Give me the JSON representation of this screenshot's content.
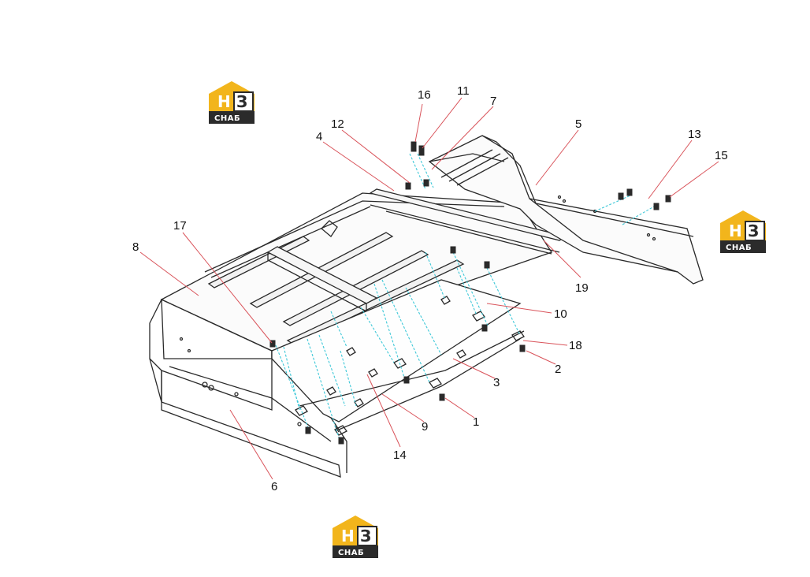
{
  "colors": {
    "outline": "#2a2a2a",
    "leader": "#d9535a",
    "bolt_line": "#3ec8d8",
    "logo_yellow": "#f2b51c",
    "logo_dark": "#2b2b2b"
  },
  "logo": {
    "icon": "house-logo-icon",
    "letter_h": "Н",
    "letter_e": "З",
    "subtitle": "СНАБ"
  },
  "callouts": [
    "16",
    "11",
    "7",
    "12",
    "4",
    "5",
    "13",
    "15",
    "17",
    "8",
    "19",
    "10",
    "18",
    "2",
    "3",
    "1",
    "9",
    "14",
    "6"
  ]
}
